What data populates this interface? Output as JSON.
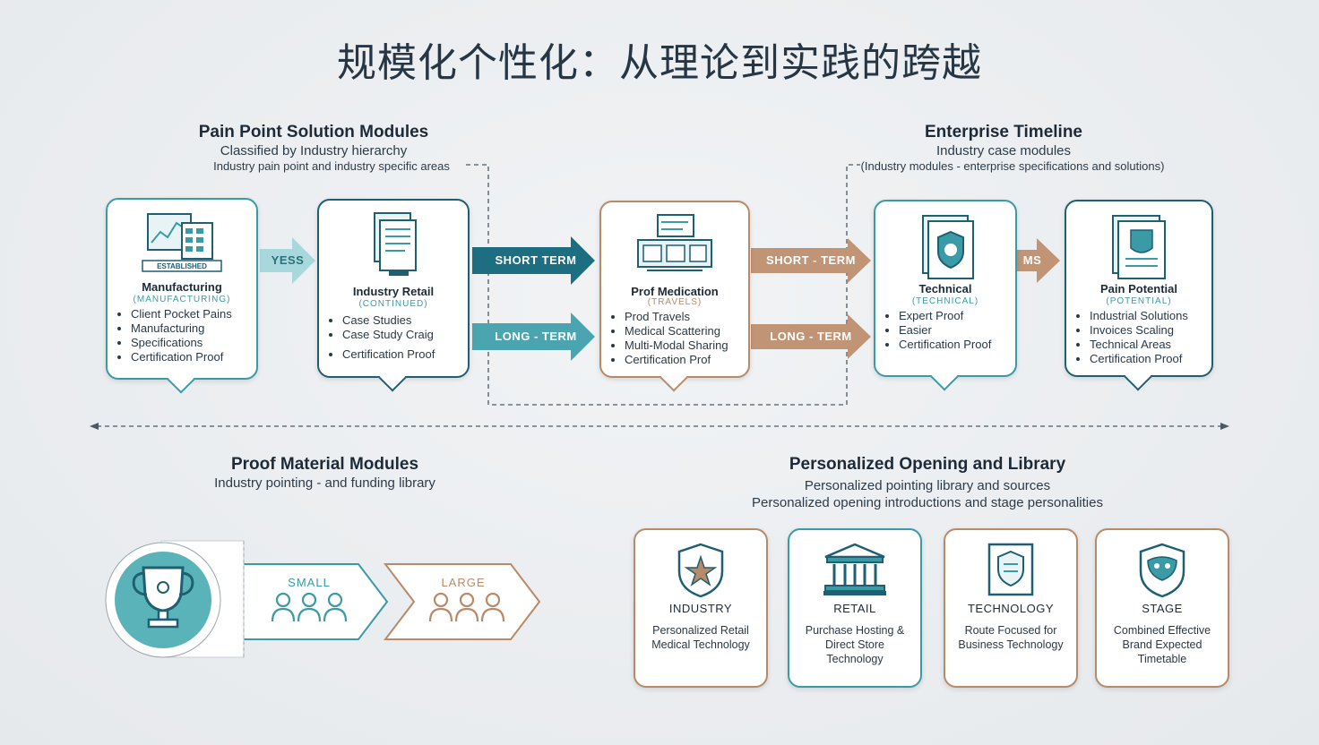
{
  "title": "规模化个性化：从理论到实践的跨越",
  "pain_section": {
    "title": "Pain Point Solution Modules",
    "subtitle": "Classified by Industry hierarchy",
    "note": "Industry pain point and industry specific areas"
  },
  "timeline_section": {
    "title": "Enterprise Timeline",
    "subtitle": "Industry case modules",
    "note": "(Industry modules - enterprise specifications and solutions)"
  },
  "cards": [
    {
      "title": "Manufacturing",
      "sub": "(MANUFACTURING)",
      "icon_label": "ESTABLISHED",
      "items": [
        "Client Pocket Pains",
        "Manufacturing",
        "Specifications",
        "Certification Proof"
      ]
    },
    {
      "title": "Industry Retail",
      "sub": "(CONTINUED)",
      "items": [
        "Case Studies",
        "Case Study Craig",
        "Certification Proof"
      ]
    },
    {
      "title": "Prof Medication",
      "sub": "(TRAVELS)",
      "items": [
        "Prod Travels",
        "Medical Scattering",
        "Multi-Modal Sharing",
        "Certification Prof"
      ]
    },
    {
      "title": "Technical",
      "sub": "(TECHNICAL)",
      "items": [
        "Expert Proof",
        "Easier",
        "Certification Proof"
      ]
    },
    {
      "title": "Pain Potential",
      "sub": "(POTENTIAL)",
      "items": [
        "Industrial Solutions",
        "Invoices Scaling",
        "Technical Areas",
        "Certification Proof"
      ]
    }
  ],
  "arrows": {
    "yes": "YESS",
    "short1": "SHORT TERM",
    "long1": "LONG - TERM",
    "short2": "SHORT - TERM",
    "long2": "LONG - TERM",
    "ms": "MS"
  },
  "proof_section": {
    "title": "Proof Material Modules",
    "subtitle": "Industry pointing - and funding library",
    "small": "SMALL",
    "large": "LARGE"
  },
  "personal_section": {
    "title": "Personalized Opening and Library",
    "subtitle": "Personalized pointing library and sources",
    "subtitle2": "Personalized opening introductions and stage personalities"
  },
  "mini_cards": [
    {
      "title": "INDUSTRY",
      "desc": "Personalized Retail Medical Technology"
    },
    {
      "title": "RETAIL",
      "desc": "Purchase Hosting & Direct Store Technology"
    },
    {
      "title": "TECHNOLOGY",
      "desc": "Route Focused for Business Technology"
    },
    {
      "title": "STAGE",
      "desc": "Combined Effective Brand Expected Timetable"
    }
  ],
  "colors": {
    "teal": "#3a9aa6",
    "dark_teal": "#1e6e82",
    "tan": "#b88a67",
    "light_teal": "#9fd4d8"
  }
}
